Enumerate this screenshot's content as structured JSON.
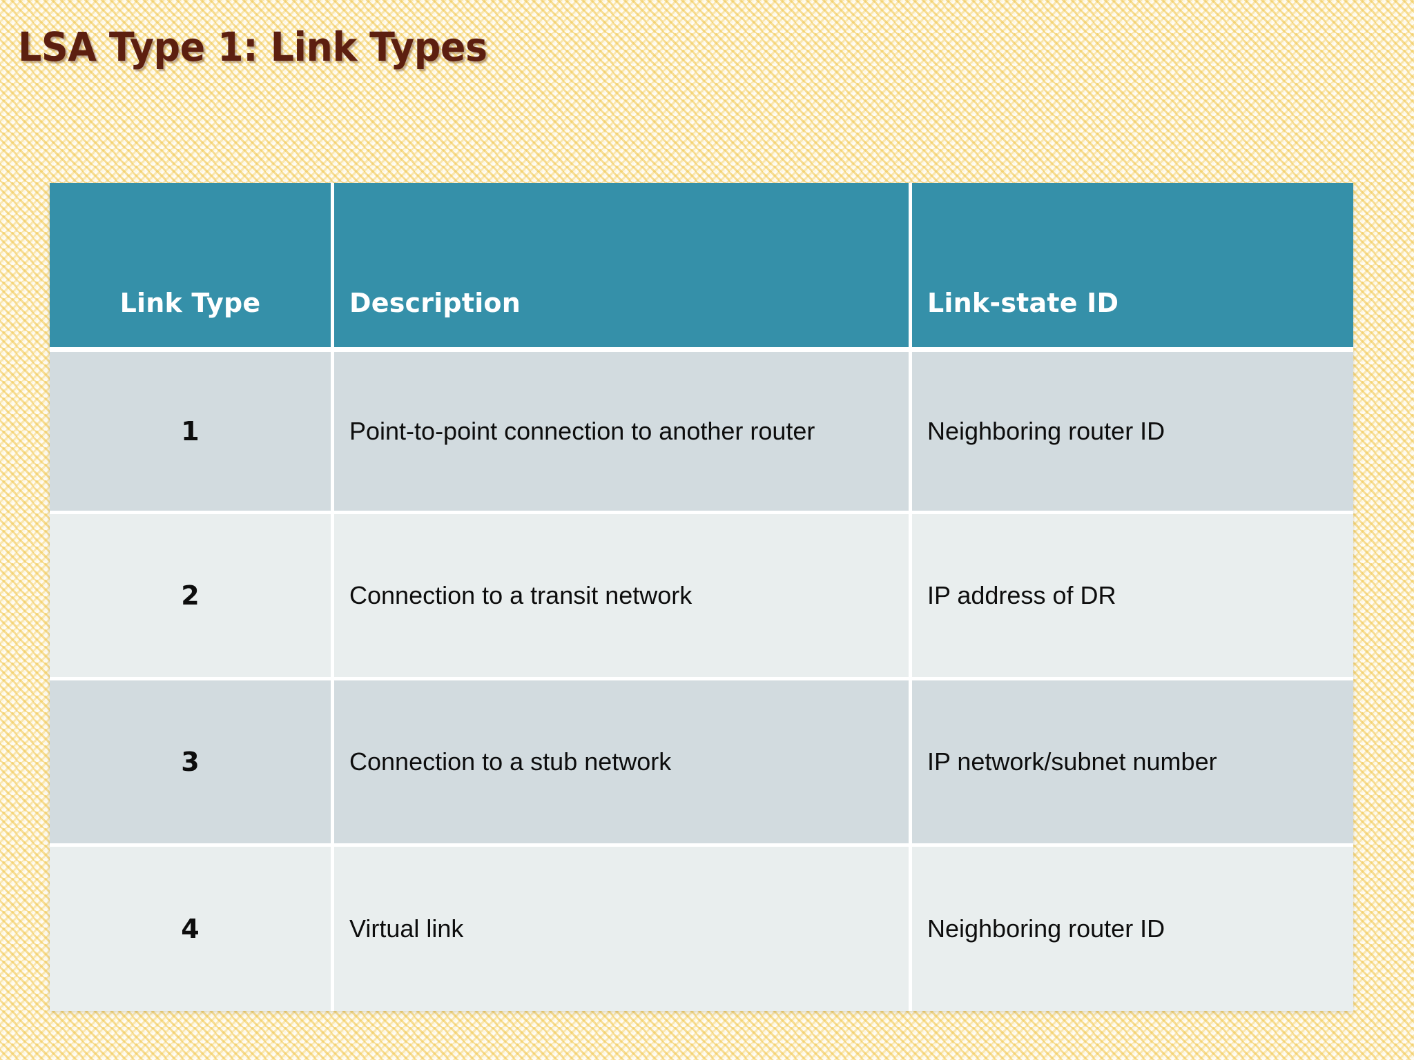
{
  "slide": {
    "title": "LSA Type 1: Link Types",
    "title_color": "#5c1f10",
    "background_color": "#fdf7e2",
    "accent_color": "#3590a9"
  },
  "table": {
    "headers": {
      "link_type": "Link Type",
      "description": "Description",
      "link_state_id": "Link-state ID"
    },
    "rows": [
      {
        "link_type": "1",
        "description": "Point-to-point connection to another router",
        "link_state_id": "Neighboring router ID"
      },
      {
        "link_type": "2",
        "description": "Connection to a transit network",
        "link_state_id": "IP address of DR"
      },
      {
        "link_type": "3",
        "description": "Connection to a stub network",
        "link_state_id": "IP network/subnet number"
      },
      {
        "link_type": "4",
        "description": "Virtual link",
        "link_state_id": "Neighboring router ID"
      }
    ]
  }
}
